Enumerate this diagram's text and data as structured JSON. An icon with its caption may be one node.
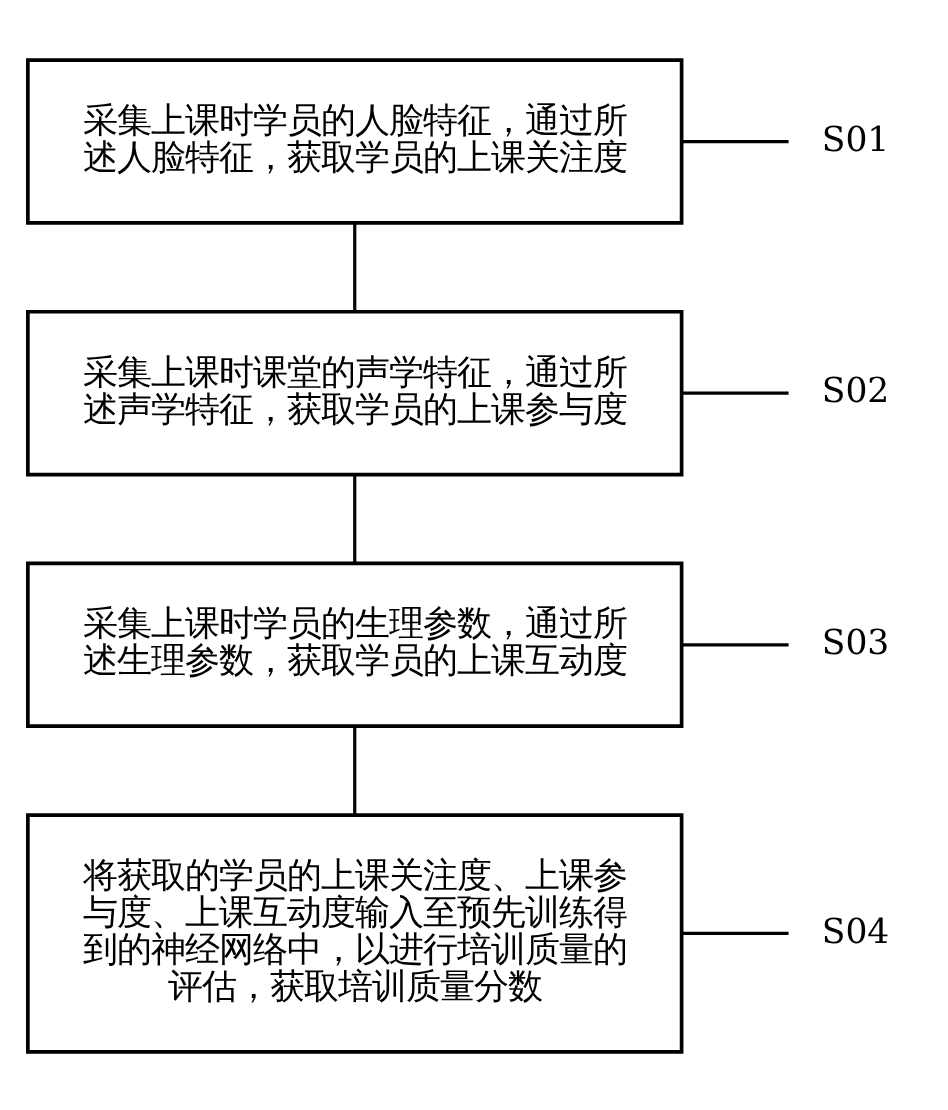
{
  "diagram": {
    "nodes": [
      {
        "text": [
          "采集上课时学员的人脸特征，通过所述人脸特征，获取学员的上课关注度"
        ]
      },
      {
        "text": [
          "S01"
        ]
      },
      {
        "text": [
          "采集上课时课堂的声学特征，通过所述声学特征，获取学员的上课参与度"
        ]
      },
      {
        "text": [
          "S02"
        ]
      },
      {
        "text": [
          "采集上课时学员的生理参数，通过所述生理参数，获取学员的上课互动度"
        ]
      },
      {
        "text": [
          "S03"
        ]
      },
      {
        "text": [
          "将获取的学员的上课关注度、上课参与度、上课互动度输入至预先训练得到的神经网络中，以进行培训质量的评估，获取培训质量分数"
        ]
      },
      {
        "text": [
          "S04"
        ]
      }
    ],
    "edges": [
      {
        "from": 0,
        "to": 2,
        "arrow": "none"
      },
      {
        "from": 2,
        "to": 4,
        "arrow": "none"
      },
      {
        "from": 4,
        "to": 6,
        "arrow": "none"
      },
      {
        "from": 1,
        "to": 0,
        "arrow": "none"
      },
      {
        "from": 3,
        "to": 2,
        "arrow": "none"
      },
      {
        "from": 5,
        "to": 4,
        "arrow": "none"
      },
      {
        "from": 7,
        "to": 6,
        "arrow": "none"
      }
    ]
  }
}
